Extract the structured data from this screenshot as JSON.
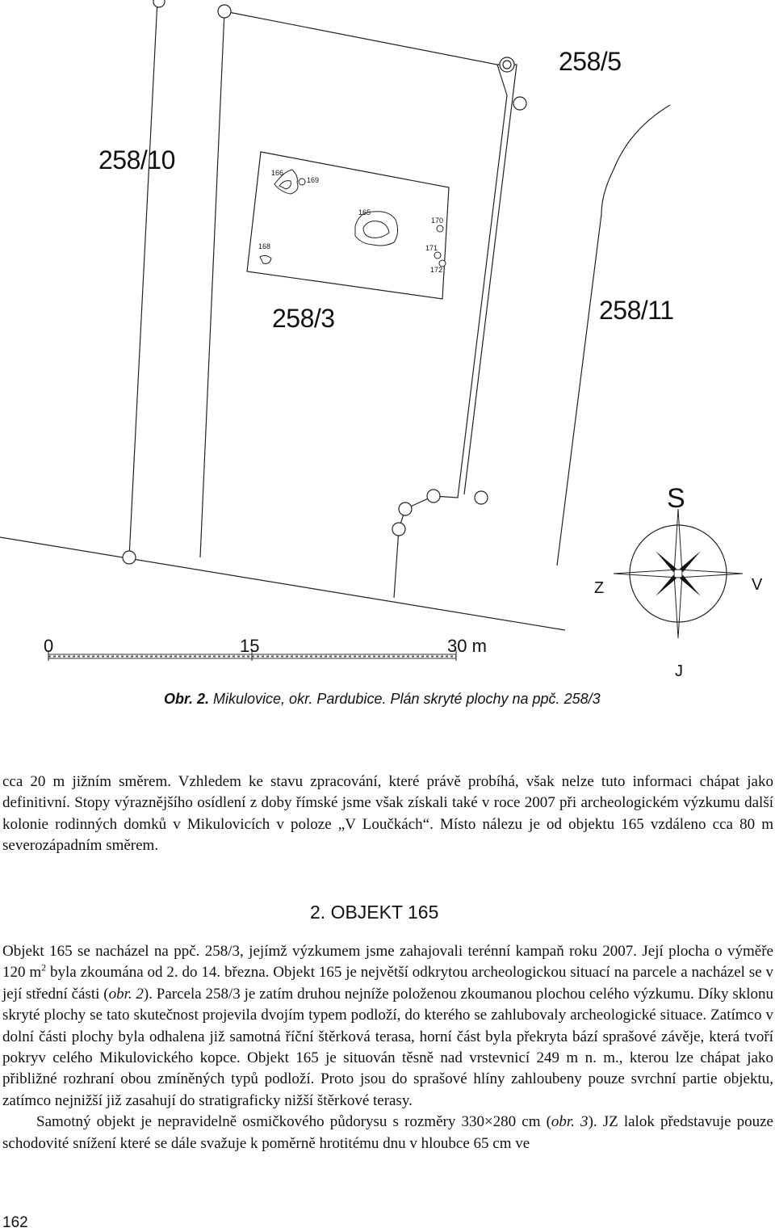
{
  "figure": {
    "parcels": {
      "p258_5": "258/5",
      "p258_10": "258/10",
      "p258_3": "258/3",
      "p258_11": "258/11"
    },
    "objects": {
      "o165": "165",
      "o166": "166",
      "o168": "168",
      "o169": "169",
      "o170": "170",
      "o171": "171",
      "o172": "172"
    },
    "compass": {
      "north": "S",
      "west": "Z",
      "east": "V",
      "south": "J"
    },
    "scale": {
      "zero": "0",
      "mid": "15",
      "end": "30 m"
    },
    "caption": {
      "label": "Obr. 2.",
      "text": " Mikulovice, okr. Pardubice. Plán skryté plochy na ppč. 258/3"
    }
  },
  "body": {
    "paragraph1": "cca 20 m jižním směrem. Vzhledem ke stavu zpracování, které právě probíhá, však nelze tuto informaci chápat jako definitivní. Stopy výraznějšího osídlení z doby římské jsme však získali také v roce 2007 při archeologickém výzkumu další kolonie rodinných domků v Mikulovicích v poloze „V Loučkách“. Místo nálezu je od objektu 165 vzdáleno cca 80 m severozápadním směrem.",
    "heading": "2. OBJEKT 165",
    "p2_a": "Objekt 165 se nacházel na ppč. 258/3, jejímž výzkumem jsme zahajovali terénní kampaň roku 2007. Její plocha o výměře 120 m",
    "p2_sup": "2",
    "p2_b": " byla zkoumána od 2. do 14. března. Objekt 165 je největší odkrytou archeologickou situací na parcele a nacházel se v její střední části (",
    "p2_ref": "obr. 2",
    "p2_c": "). Parcela 258/3 je zatím druhou nejníže položenou zkoumanou plochou celého výzkumu. Díky sklonu skryté plochy se tato skutečnost projevila dvojím typem podloží, do kterého se zahlubovaly archeologické situace. Zatímco v dolní části plochy byla odhalena již samotná říční štěrková terasa, horní část byla překryta bází sprašové závěje, která tvoří pokryv celého Mikulovického kopce. Objekt 165 je situován těsně nad vrstevnicí 249 m n. m., kterou lze chápat jako přibližné rozhraní obou zmíněných typů podloží. Proto jsou do sprašové hlíny zahloubeny pouze svrchní partie objektu, zatímco nejnižší již zasahují do stratigraficky nižší štěrkové terasy.",
    "p3_a": "Samotný objekt je nepravidelně osmičkového půdorysu s rozměry 330×280 cm (",
    "p3_ref": "obr. 3",
    "p3_b": "). JZ lalok představuje pouze schodovité snížení které se dále svažuje k poměrně hrotitému dnu v hloubce 65 cm ve",
    "page_number": "162"
  }
}
